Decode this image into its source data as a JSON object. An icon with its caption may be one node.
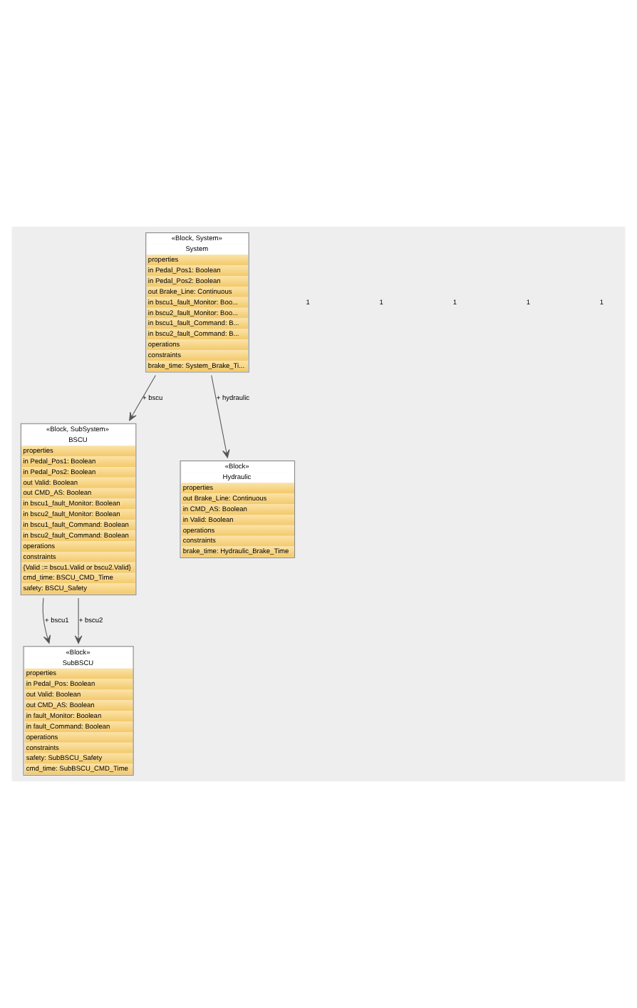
{
  "diagram": {
    "nodes": [
      {
        "text": [
          "«Block, System»",
          "System",
          "properties",
          "in Pedal_Pos1: Boolean",
          "in Pedal_Pos2: Boolean",
          "out Brake_Line: Continuous",
          "in bscu1_fault_Monitor: Boo...",
          "in bscu2_fault_Monitor: Boo...",
          "in bscu1_fault_Command: B...",
          "in bscu2_fault_Command: B...",
          "operations",
          "constraints",
          "brake_time: System_Brake_Ti..."
        ]
      },
      {
        "text": [
          "«Block, SubSystem»",
          "BSCU",
          "properties",
          "in Pedal_Pos1: Boolean",
          "in Pedal_Pos2: Boolean",
          "out Valid: Boolean",
          "out CMD_AS: Boolean",
          "in bscu1_fault_Monitor: Boolean",
          "in bscu2_fault_Monitor: Boolean",
          "in bscu1_fault_Command: Boolean",
          "in bscu2_fault_Command: Boolean",
          "operations",
          "constraints",
          "{Valid := bscu1.Valid or bscu2.Valid}",
          "cmd_time: BSCU_CMD_Time",
          "safety: BSCU_Safety"
        ]
      },
      {
        "text": [
          "«Block»",
          "Hydraulic",
          "properties",
          "out Brake_Line: Continuous",
          "in CMD_AS: Boolean",
          "in Valid: Boolean",
          "operations",
          "constraints",
          "brake_time: Hydraulic_Brake_Time"
        ]
      },
      {
        "text": [
          "«Block»",
          "SubBSCU",
          "properties",
          "in Pedal_Pos: Boolean",
          "out Valid: Boolean",
          "out CMD_AS: Boolean",
          "in fault_Monitor: Boolean",
          "in fault_Command: Boolean",
          "operations",
          "constraints",
          "safety: SubBSCU_Safety",
          "cmd_time: SubBSCU_CMD_Time"
        ]
      }
    ],
    "edges": [
      {
        "from": 0,
        "to": 1,
        "arrow": "to",
        "label": "+ bscu"
      },
      {
        "from": 0,
        "to": 2,
        "arrow": "to",
        "label": "+ hydraulic"
      },
      {
        "from": 1,
        "to": 3,
        "arrow": "to",
        "label": "+ bscu1"
      },
      {
        "from": 1,
        "to": 3,
        "arrow": "to",
        "label": "+ bscu2"
      }
    ],
    "labels": [
      "1",
      "1",
      "1",
      "1",
      "1"
    ]
  }
}
